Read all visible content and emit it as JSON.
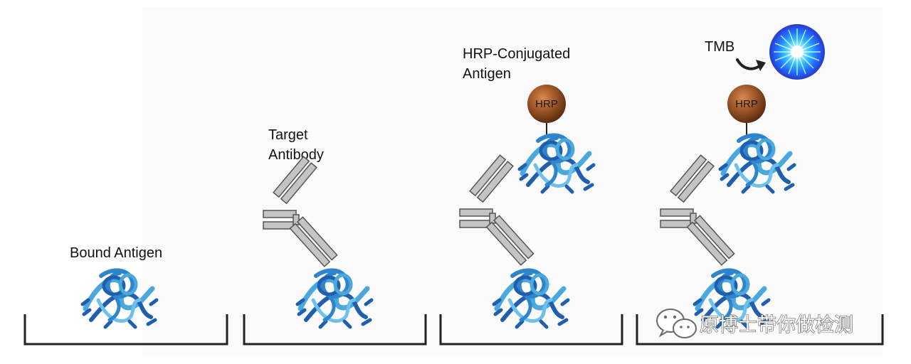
{
  "labels": {
    "bound_antigen": "Bound Antigen",
    "target_antibody_line1": "Target",
    "target_antibody_line2": "Antibody",
    "hrp_conjugated_line1": "HRP-Conjugated",
    "hrp_conjugated_line2": "Antigen",
    "tmb": "TMB",
    "hrp": "HRP"
  },
  "watermark": {
    "text": "原博士带你做检测",
    "icon": "wechat-icon"
  },
  "colors": {
    "antigen_light": "#4aa8dd",
    "antigen_dark": "#1f5fae",
    "antibody_fill": "#c4c4c4",
    "antibody_stroke": "#555555",
    "hrp_bead": "#9a5426",
    "tmb_glow": "#1e6cff",
    "well_line": "#222222"
  }
}
